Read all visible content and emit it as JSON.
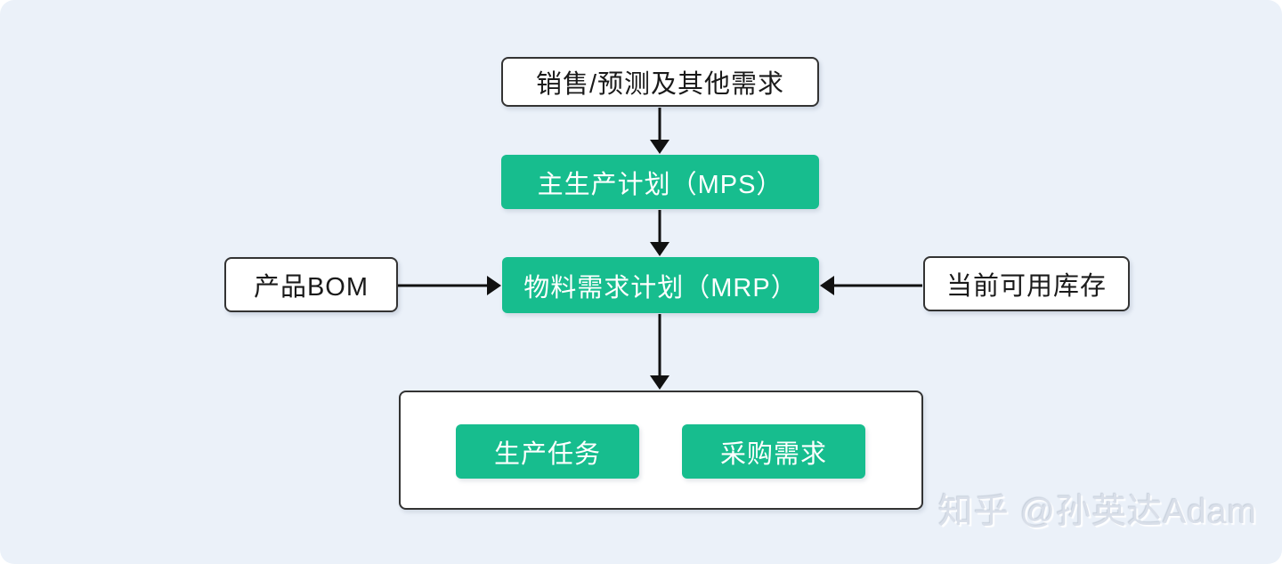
{
  "page": {
    "background_color": "#EBF1F9",
    "watermark": "知乎 @孙英达Adam"
  },
  "colors": {
    "accent_green": "#17BD8E",
    "box_border": "#333333",
    "arrow": "#111111",
    "text_dark": "#1A1A1A",
    "text_on_green": "#FFFFFF",
    "watermark_gray": "#D9DFE9"
  },
  "diagram": {
    "type": "flowchart",
    "nodes": {
      "demand": {
        "label": "销售/预测及其他需求",
        "style": "white"
      },
      "mps": {
        "label": "主生产计划（MPS）",
        "style": "green"
      },
      "mrp": {
        "label": "物料需求计划（MRP）",
        "style": "green"
      },
      "bom": {
        "label": "产品BOM",
        "style": "white"
      },
      "inventory": {
        "label": "当前可用库存",
        "style": "white"
      },
      "production": {
        "label": "生产任务",
        "style": "green"
      },
      "purchase": {
        "label": "采购需求",
        "style": "green"
      }
    },
    "edges": [
      {
        "from": "demand",
        "to": "mps",
        "direction": "down"
      },
      {
        "from": "mps",
        "to": "mrp",
        "direction": "down"
      },
      {
        "from": "bom",
        "to": "mrp",
        "direction": "right"
      },
      {
        "from": "inventory",
        "to": "mrp",
        "direction": "left"
      },
      {
        "from": "mrp",
        "to": "outputs",
        "direction": "down"
      }
    ]
  }
}
